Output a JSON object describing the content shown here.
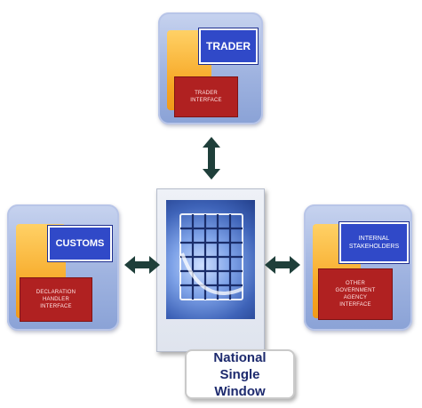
{
  "trader": {
    "title": "TRADER",
    "interface": "TRADER INTERFACE"
  },
  "customs": {
    "title": "CUSTOMS",
    "interface": "DECLARATION HANDLER INTERFACE"
  },
  "stakeholders": {
    "title": "INTERNAL STAKEHOLDERS",
    "interface": "OTHER GOVERNMENT AGENCY INTERFACE"
  },
  "center": {
    "label": "National Single Window"
  },
  "colors": {
    "title_box": "#3049c8",
    "interface_box": "#b02121",
    "accent_orange": "#f6a623",
    "node_background": "#9fb3e0",
    "arrow": "#1f3f3a"
  }
}
